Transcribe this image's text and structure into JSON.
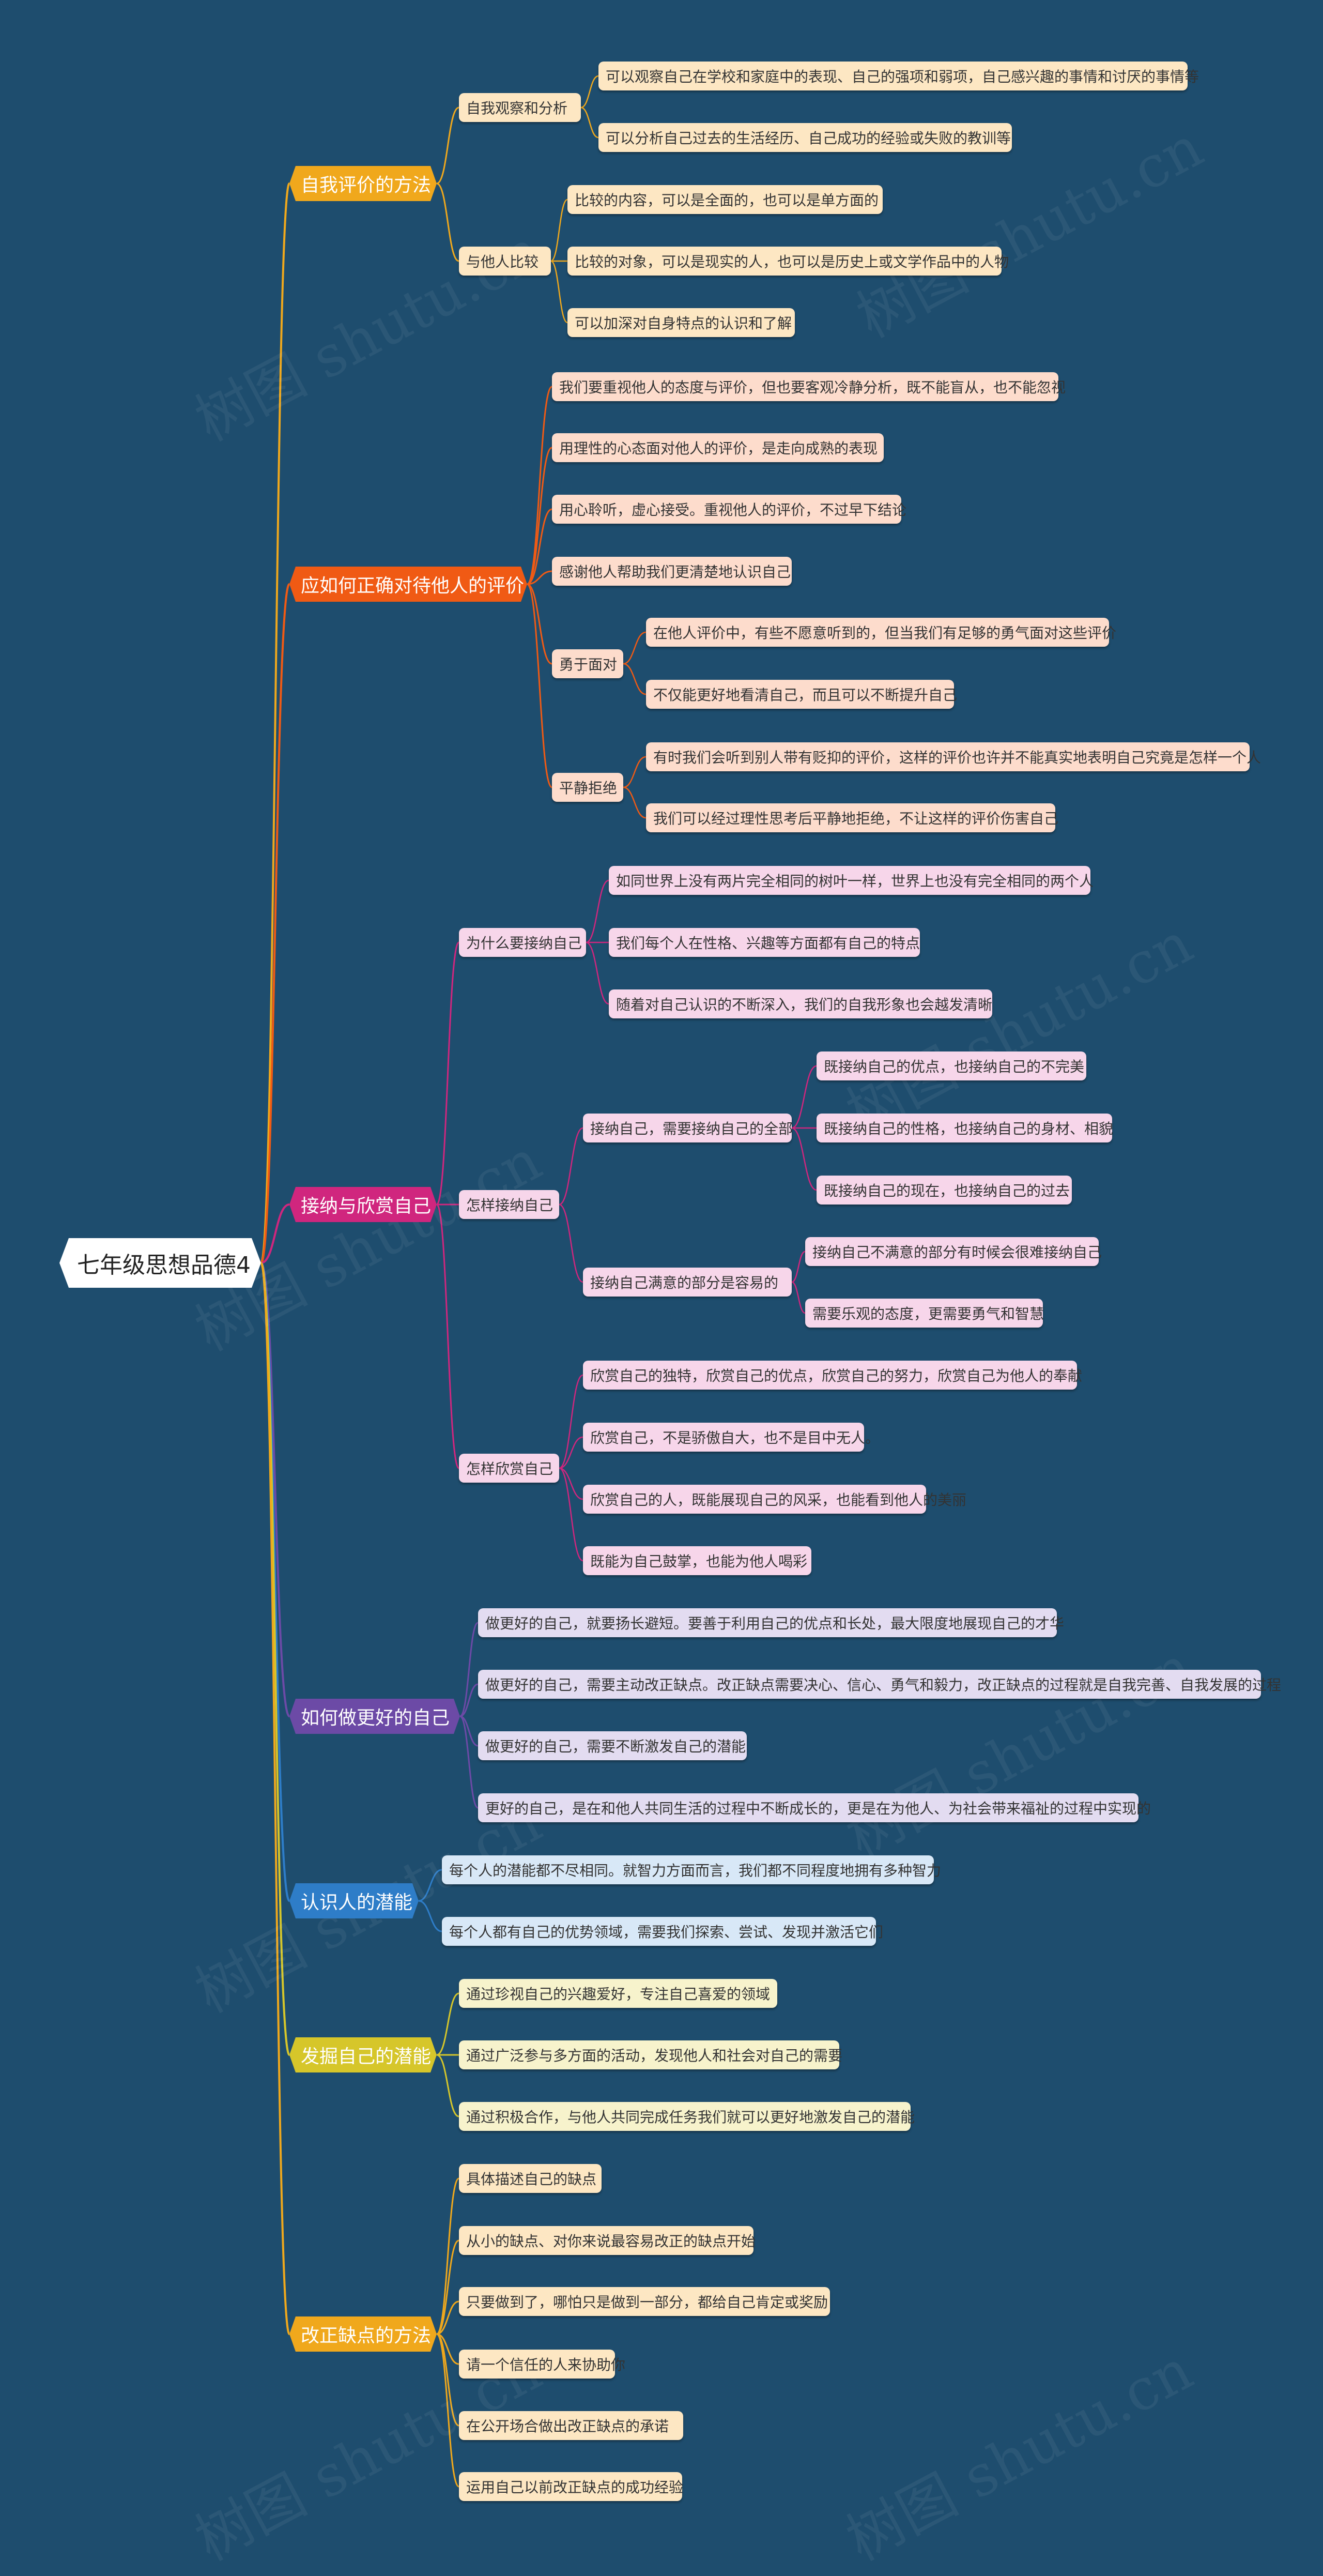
{
  "watermark": "树图 shutu.cn",
  "colors": {
    "root": "#ffffff",
    "b0": "#f0a81c",
    "b1": "#f05a14",
    "b2": "#d0267e",
    "b3": "#6c4aa6",
    "b4": "#2e7dc8",
    "b5": "#d6c62a",
    "b6": "#f0a81c"
  },
  "root": {
    "label": "七年级思想品德4"
  },
  "branches": [
    {
      "label": "自我评价的方法",
      "color": "b0",
      "fill": "#fde7c3",
      "children": [
        {
          "label": "自我观察和分析",
          "children": [
            {
              "label": "可以观察自己在学校和家庭中的表现、自己的强项和弱项，自己感兴趣的事情和讨厌的事情等"
            },
            {
              "label": "可以分析自己过去的生活经历、自己成功的经验或失败的教训等"
            }
          ]
        },
        {
          "label": "与他人比较",
          "children": [
            {
              "label": "比较的内容，可以是全面的，也可以是单方面的"
            },
            {
              "label": "比较的对象，可以是现实的人，也可以是历史上或文学作品中的人物"
            },
            {
              "label": "可以加深对自身特点的认识和了解"
            }
          ]
        }
      ]
    },
    {
      "label": "应如何正确对待他人的评价",
      "color": "b1",
      "fill": "#fddccc",
      "children": [
        {
          "label": "我们要重视他人的态度与评价，但也要客观冷静分析，既不能盲从，也不能忽视"
        },
        {
          "label": "用理性的心态面对他人的评价，是走向成熟的表现"
        },
        {
          "label": "用心聆听，虚心接受。重视他人的评价，不过早下结论"
        },
        {
          "label": "感谢他人帮助我们更清楚地认识自己"
        },
        {
          "label": "勇于面对",
          "children": [
            {
              "label": "在他人评价中，有些不愿意听到的，但当我们有足够的勇气面对这些评价"
            },
            {
              "label": "不仅能更好地看清自己，而且可以不断提升自己"
            }
          ]
        },
        {
          "label": "平静拒绝",
          "children": [
            {
              "label": "有时我们会听到别人带有贬抑的评价，这样的评价也许并不能真实地表明自己究竟是怎样一个人"
            },
            {
              "label": "我们可以经过理性思考后平静地拒绝，不让这样的评价伤害自己"
            }
          ]
        }
      ]
    },
    {
      "label": "接纳与欣赏自己",
      "color": "b2",
      "fill": "#f7d6ea",
      "children": [
        {
          "label": "为什么要接纳自己",
          "children": [
            {
              "label": "如同世界上没有两片完全相同的树叶一样，世界上也没有完全相同的两个人"
            },
            {
              "label": "我们每个人在性格、兴趣等方面都有自己的特点"
            },
            {
              "label": "随着对自己认识的不断深入，我们的自我形象也会越发清晰"
            }
          ]
        },
        {
          "label": "怎样接纳自己",
          "children": [
            {
              "label": "接纳自己，需要接纳自己的全部",
              "children": [
                {
                  "label": "既接纳自己的优点，也接纳自己的不完美"
                },
                {
                  "label": "既接纳自己的性格，也接纳自己的身材、相貌"
                },
                {
                  "label": "既接纳自己的现在，也接纳自己的过去"
                }
              ]
            },
            {
              "label": "接纳自己满意的部分是容易的",
              "children": [
                {
                  "label": "接纳自己不满意的部分有时候会很难接纳自己"
                },
                {
                  "label": "需要乐观的态度，更需要勇气和智慧"
                }
              ]
            }
          ]
        },
        {
          "label": "怎样欣赏自己",
          "children": [
            {
              "label": "欣赏自己的独特，欣赏自己的优点，欣赏自己的努力，欣赏自己为他人的奉献"
            },
            {
              "label": "欣赏自己，不是骄傲自大，也不是目中无人。"
            },
            {
              "label": "欣赏自己的人，既能展现自己的风采，也能看到他人的美丽"
            },
            {
              "label": "既能为自己鼓掌，也能为他人喝彩"
            }
          ]
        }
      ]
    },
    {
      "label": "如何做更好的自己",
      "color": "b3",
      "fill": "#e3dcf1",
      "children": [
        {
          "label": "做更好的自己，就要扬长避短。要善于利用自己的优点和长处，最大限度地展现自己的才华"
        },
        {
          "label": "做更好的自己，需要主动改正缺点。改正缺点需要决心、信心、勇气和毅力，改正缺点的过程就是自我完善、自我发展的过程"
        },
        {
          "label": "做更好的自己，需要不断激发自己的潜能"
        },
        {
          "label": "更好的自己，是在和他人共同生活的过程中不断成长的，更是在为他人、为社会带来福祉的过程中实现的"
        }
      ]
    },
    {
      "label": "认识人的潜能",
      "color": "b4",
      "fill": "#d8e8f7",
      "children": [
        {
          "label": "每个人的潜能都不尽相同。就智力方面而言，我们都不同程度地拥有多种智力"
        },
        {
          "label": "每个人都有自己的优势领域，需要我们探索、尝试、发现并激活它们"
        }
      ]
    },
    {
      "label": "发掘自己的潜能",
      "color": "b5",
      "fill": "#f7f3cc",
      "children": [
        {
          "label": "通过珍视自己的兴趣爱好，专注自己喜爱的领域"
        },
        {
          "label": "通过广泛参与多方面的活动，发现他人和社会对自己的需要"
        },
        {
          "label": "通过积极合作，与他人共同完成任务我们就可以更好地激发自己的潜能"
        }
      ]
    },
    {
      "label": "改正缺点的方法",
      "color": "b6",
      "fill": "#fde7c3",
      "children": [
        {
          "label": "具体描述自己的缺点"
        },
        {
          "label": "从小的缺点、对你来说最容易改正的缺点开始"
        },
        {
          "label": "只要做到了，哪怕只是做到一部分，都给自己肯定或奖励"
        },
        {
          "label": "请一个信任的人来协助你"
        },
        {
          "label": "在公开场合做出改正缺点的承诺"
        },
        {
          "label": "运用自己以前改正缺点的成功经验"
        }
      ]
    }
  ]
}
